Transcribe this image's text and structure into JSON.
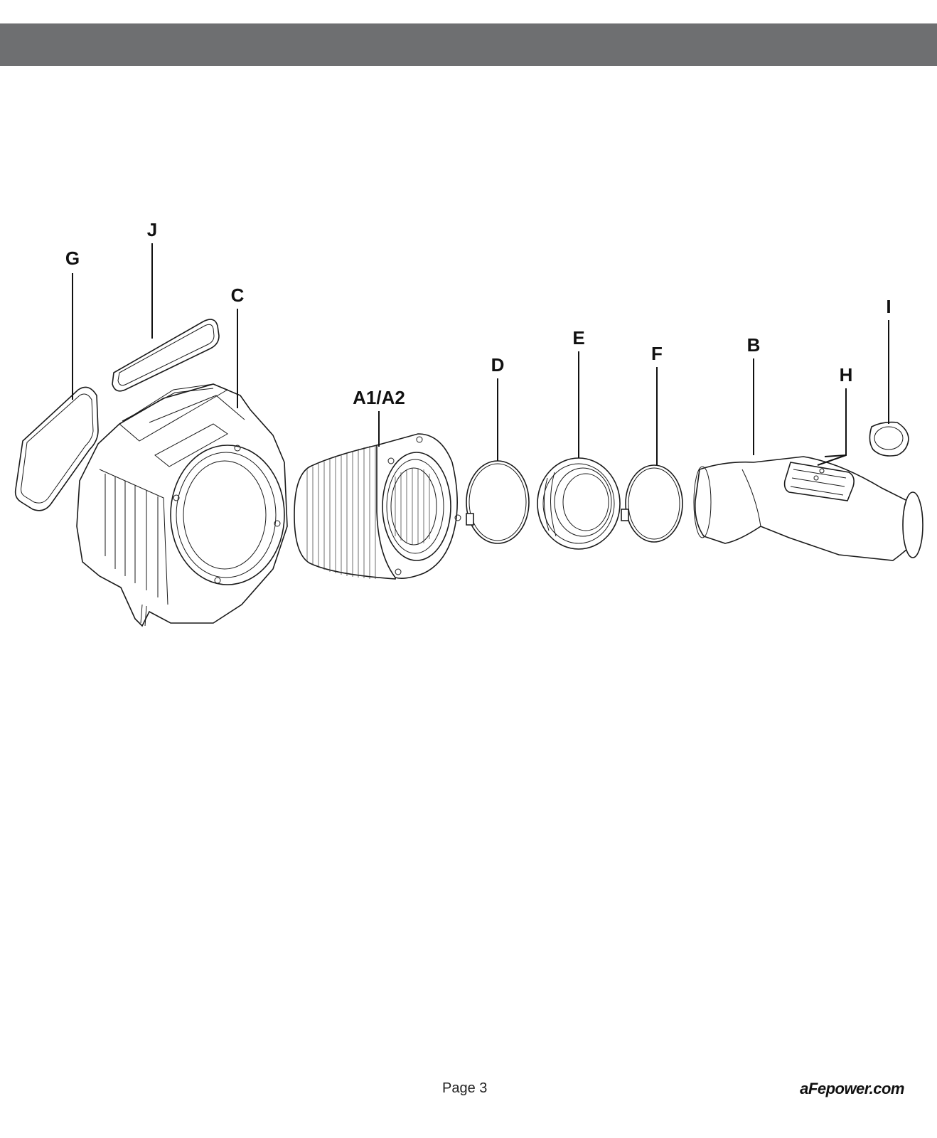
{
  "callouts": {
    "g": "G",
    "j": "J",
    "c": "C",
    "a": "A1/A2",
    "d": "D",
    "e": "E",
    "f": "F",
    "b": "B",
    "h": "H",
    "i": "I"
  },
  "footer": {
    "page": "Page 3",
    "website": "aFepower.com"
  },
  "colors": {
    "header_bar": "#6e6f71"
  }
}
